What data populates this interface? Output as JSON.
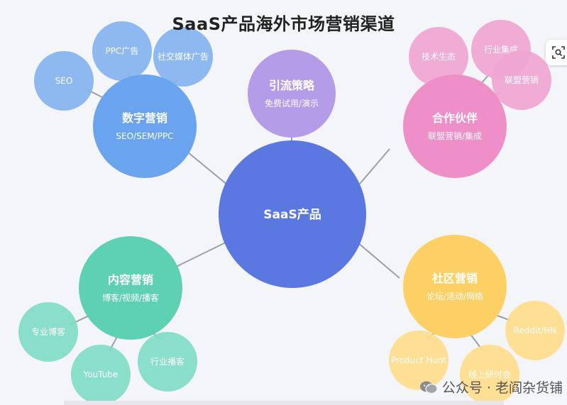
{
  "title": "SaaS产品海外市场营销渠道",
  "watermark": "公众号 · 老阎杂货铺",
  "colors": {
    "center": "#5b78e1",
    "digital": "#6aa3ee",
    "digital_sub": "#84b3ef",
    "inbound": "#b49ce8",
    "partner": "#ef8fc8",
    "partner_sub": "#f0a5d2",
    "content": "#5fd1b3",
    "content_sub": "#7fdcc4",
    "community": "#fdd066",
    "community_sub": "#fedc8a",
    "edge": "#9aa0aa"
  },
  "center": {
    "title": "SaaS产品"
  },
  "channels": [
    {
      "id": "digital",
      "title": "数字营销",
      "subtitle": "SEO/SEM/PPC"
    },
    {
      "id": "inbound",
      "title": "引流策略",
      "subtitle": "免费试用/演示"
    },
    {
      "id": "partner",
      "title": "合作伙伴",
      "subtitle": "联盟营销/集成"
    },
    {
      "id": "content",
      "title": "内容营销",
      "subtitle": "博客/视频/播客"
    },
    {
      "id": "community",
      "title": "社区营销",
      "subtitle": "论坛/活动/网络"
    }
  ],
  "leaves": [
    {
      "parent": "digital",
      "label": "SEO"
    },
    {
      "parent": "digital",
      "label": "PPC广告"
    },
    {
      "parent": "digital",
      "label": "社交媒体广告"
    },
    {
      "parent": "partner",
      "label": "技术生态"
    },
    {
      "parent": "partner",
      "label": "行业集成"
    },
    {
      "parent": "partner",
      "label": "联盟营销"
    },
    {
      "parent": "content",
      "label": "专业博客"
    },
    {
      "parent": "content",
      "label": "YouTube"
    },
    {
      "parent": "content",
      "label": "行业播客"
    },
    {
      "parent": "community",
      "label": "Product Hunt"
    },
    {
      "parent": "community",
      "label": "线上研讨会"
    },
    {
      "parent": "community",
      "label": "Reddit/HN"
    }
  ],
  "icons": {
    "scan": "scan-search-icon",
    "watermark_logo": "wechat-icon"
  }
}
